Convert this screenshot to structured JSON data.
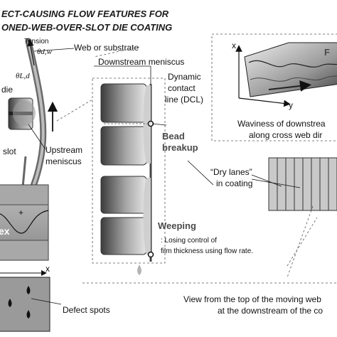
{
  "title": {
    "line1": "ECT-CAUSING FLOW FEATURES FOR",
    "line2": "ONED-WEB-OVER-SLOT DIE COATING"
  },
  "left": {
    "tension": "Tension",
    "theta_dw": "θd,w",
    "theta_Ld": "θL,d",
    "web_or_substrate": "Web or substrate",
    "die": "die",
    "slot": "slot",
    "upstream_meniscus_1": "Upstream",
    "upstream_meniscus_2": "meniscus",
    "plus": "+",
    "ex": "ex",
    "axis_x": "x",
    "defect_spots": "Defect spots"
  },
  "middle": {
    "downstream_meniscus": "Downstream meniscus",
    "dcl_1": "Dynamic",
    "dcl_2": "contact",
    "dcl_3": "line (DCL)",
    "bead_1": "Bead",
    "bead_2": "breakup",
    "weeping": "Weeping",
    "weeping_desc_1": ": Losing control of",
    "weeping_desc_2": "film thickness using flow rate."
  },
  "right": {
    "axis_x": "x",
    "axis_y": "y",
    "f_label": "F",
    "waviness_1": "Waviness of downstrea",
    "waviness_2": "along cross web dir",
    "dry_lanes_1": "“Dry lanes”",
    "dry_lanes_2": "in coating",
    "view_1": "View from the top of the moving web",
    "view_2": "at the downstream of the co"
  }
}
